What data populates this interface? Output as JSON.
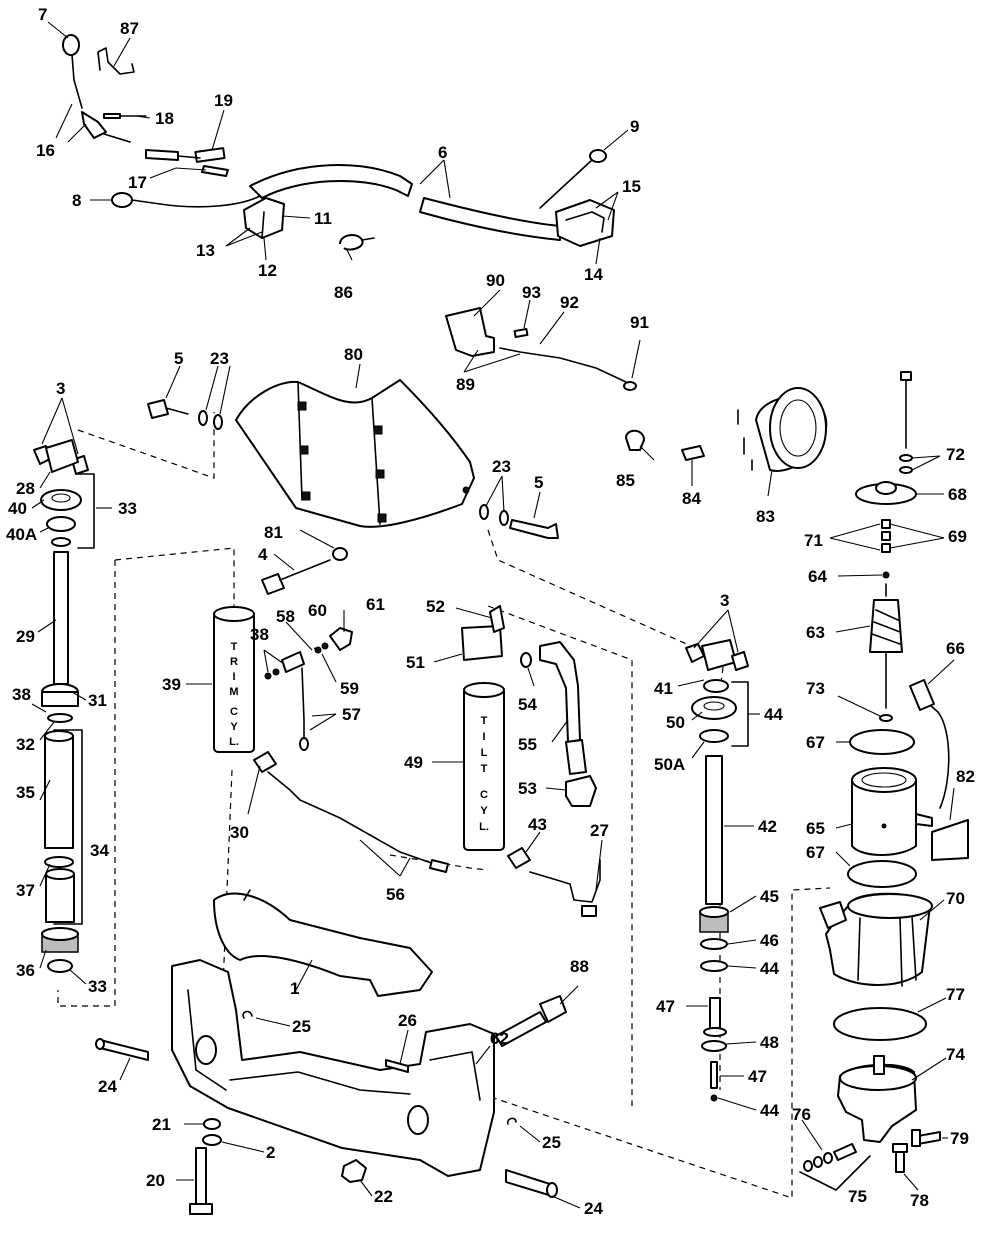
{
  "labels": {
    "l1": "1",
    "l2": "2",
    "l3a": "3",
    "l3b": "3",
    "l4": "4",
    "l5a": "5",
    "l5b": "5",
    "l6": "6",
    "l7": "7",
    "l8": "8",
    "l9": "9",
    "l11": "11",
    "l12": "12",
    "l13": "13",
    "l14": "14",
    "l15": "15",
    "l16": "16",
    "l17": "17",
    "l18": "18",
    "l19": "19",
    "l20": "20",
    "l21": "21",
    "l22": "22",
    "l23a": "23",
    "l23b": "23",
    "l24a": "24",
    "l24b": "24",
    "l25a": "25",
    "l25b": "25",
    "l26": "26",
    "l27": "27",
    "l28": "28",
    "l29": "29",
    "l30": "30",
    "l31": "31",
    "l32": "32",
    "l33a": "33",
    "l33b": "33",
    "l34": "34",
    "l35": "35",
    "l36": "36",
    "l37": "37",
    "l38a": "38",
    "l38b": "38",
    "l39": "39",
    "l40": "40",
    "l40A": "40A",
    "l41": "41",
    "l42": "42",
    "l43": "43",
    "l44a": "44",
    "l44b": "44",
    "l44c": "44",
    "l45": "45",
    "l46": "46",
    "l47a": "47",
    "l47b": "47",
    "l48": "48",
    "l49": "49",
    "l50": "50",
    "l50A": "50A",
    "l51": "51",
    "l52": "52",
    "l53": "53",
    "l54": "54",
    "l55": "55",
    "l56": "56",
    "l57": "57",
    "l58": "58",
    "l59": "59",
    "l60": "60",
    "l61": "61",
    "l62": "62",
    "l63": "63",
    "l64": "64",
    "l65": "65",
    "l66": "66",
    "l67a": "67",
    "l67b": "67",
    "l68": "68",
    "l69": "69",
    "l70": "70",
    "l71": "71",
    "l72": "72",
    "l73": "73",
    "l74": "74",
    "l75": "75",
    "l76": "76",
    "l77": "77",
    "l78": "78",
    "l79": "79",
    "l80": "80",
    "l81": "81",
    "l82": "82",
    "l83": "83",
    "l84": "84",
    "l85": "85",
    "l86": "86",
    "l87": "87",
    "l88": "88",
    "l89": "89",
    "l90": "90",
    "l91": "91",
    "l92": "92",
    "l93": "93"
  },
  "cylinders": {
    "trim": [
      "T",
      "R",
      "I",
      "M",
      "C",
      "Y",
      "L."
    ],
    "tilt": [
      "T",
      "I",
      "L",
      "T",
      "C",
      "Y",
      "L."
    ]
  }
}
